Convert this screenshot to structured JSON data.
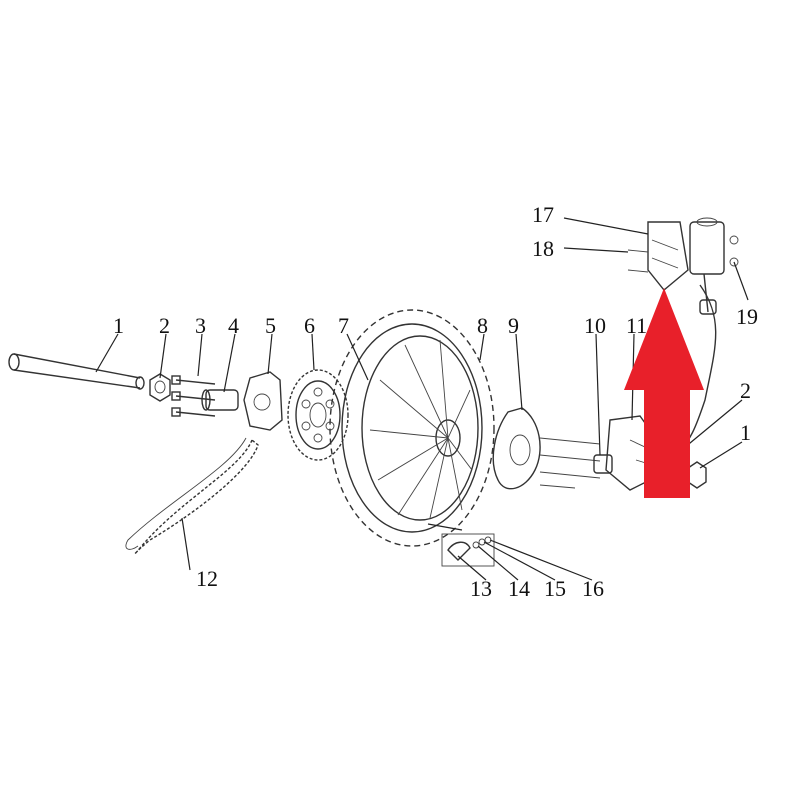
{
  "callouts": [
    {
      "id": "1a",
      "label": "1"
    },
    {
      "id": "2a",
      "label": "2"
    },
    {
      "id": "3",
      "label": "3"
    },
    {
      "id": "4",
      "label": "4"
    },
    {
      "id": "5",
      "label": "5"
    },
    {
      "id": "6",
      "label": "6"
    },
    {
      "id": "7",
      "label": "7"
    },
    {
      "id": "8",
      "label": "8"
    },
    {
      "id": "9",
      "label": "9"
    },
    {
      "id": "10",
      "label": "10"
    },
    {
      "id": "11",
      "label": "11"
    },
    {
      "id": "12",
      "label": "12"
    },
    {
      "id": "13",
      "label": "13"
    },
    {
      "id": "14",
      "label": "14"
    },
    {
      "id": "15",
      "label": "15"
    },
    {
      "id": "16",
      "label": "16"
    },
    {
      "id": "17",
      "label": "17"
    },
    {
      "id": "18",
      "label": "18"
    },
    {
      "id": "19",
      "label": "19"
    },
    {
      "id": "2b",
      "label": "2"
    },
    {
      "id": "1b",
      "label": "1"
    }
  ],
  "colors": {
    "arrow": "#e8202a",
    "line": "#333333"
  }
}
